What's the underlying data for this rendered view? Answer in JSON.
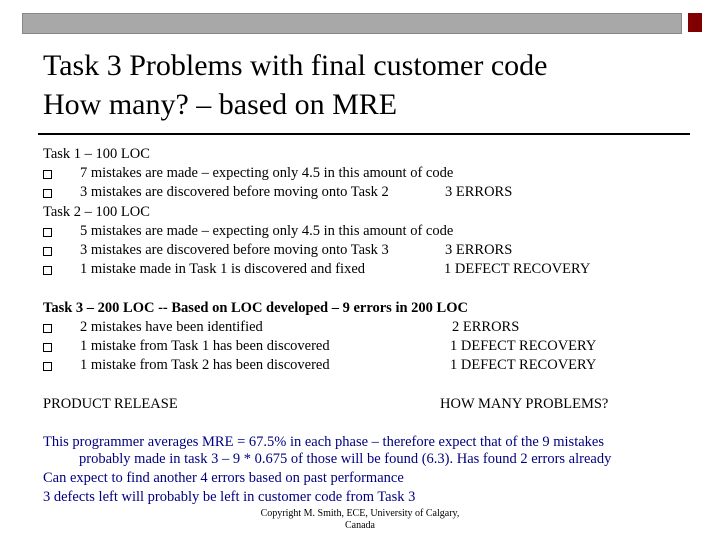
{
  "title": {
    "line1": "Task 3 Problems with final customer code",
    "line2": "How many? – based on MRE"
  },
  "task1": {
    "heading": "Task  1 – 100 LOC",
    "items": [
      {
        "text": "7 mistakes are made – expecting only 4.5 in this amount of code",
        "right": ""
      },
      {
        "text": "3 mistakes are discovered before moving onto Task 2",
        "right": "3 ERRORS"
      }
    ]
  },
  "task2": {
    "heading": "Task 2 – 100 LOC",
    "items": [
      {
        "text": "5 mistakes are made – expecting only 4.5 in this amount of code",
        "right": ""
      },
      {
        "text": "3 mistakes are discovered before moving onto Task 3",
        "right": "3 ERRORS"
      },
      {
        "text": "1 mistake made in Task 1 is discovered and fixed",
        "right": "1 DEFECT RECOVERY"
      }
    ]
  },
  "task3": {
    "heading": "Task 3 – 200 LOC -- Based on LOC developed – 9 errors in 200 LOC",
    "items": [
      {
        "text": "2 mistakes have been identified",
        "right": "2 ERRORS"
      },
      {
        "text": "1 mistake from Task 1 has been discovered",
        "right": "1 DEFECT RECOVERY"
      },
      {
        "text": "1 mistake from Task 2 has been discovered",
        "right": "1 DEFECT RECOVERY"
      }
    ]
  },
  "release": {
    "left": "PRODUCT RELEASE",
    "right": "HOW MANY PROBLEMS?"
  },
  "analysis": {
    "line1": "This programmer averages MRE = 67.5% in each phase – therefore expect that of the 9 mistakes",
    "line2": "probably made in task 3 – 9 * 0.675  of those will be found (6.3). Has found 2 errors already",
    "line3": "Can expect to find another 4 errors based on past performance",
    "line4": "3 defects left will probably be left in customer code from Task 3"
  },
  "footer": {
    "line1": "Copyright M. Smith, ECE, University of Calgary,",
    "line2": "Canada"
  },
  "colors": {
    "accent_blue": "#000080",
    "bar_gray": "#a8a8a8",
    "corner_maroon": "#800000"
  }
}
